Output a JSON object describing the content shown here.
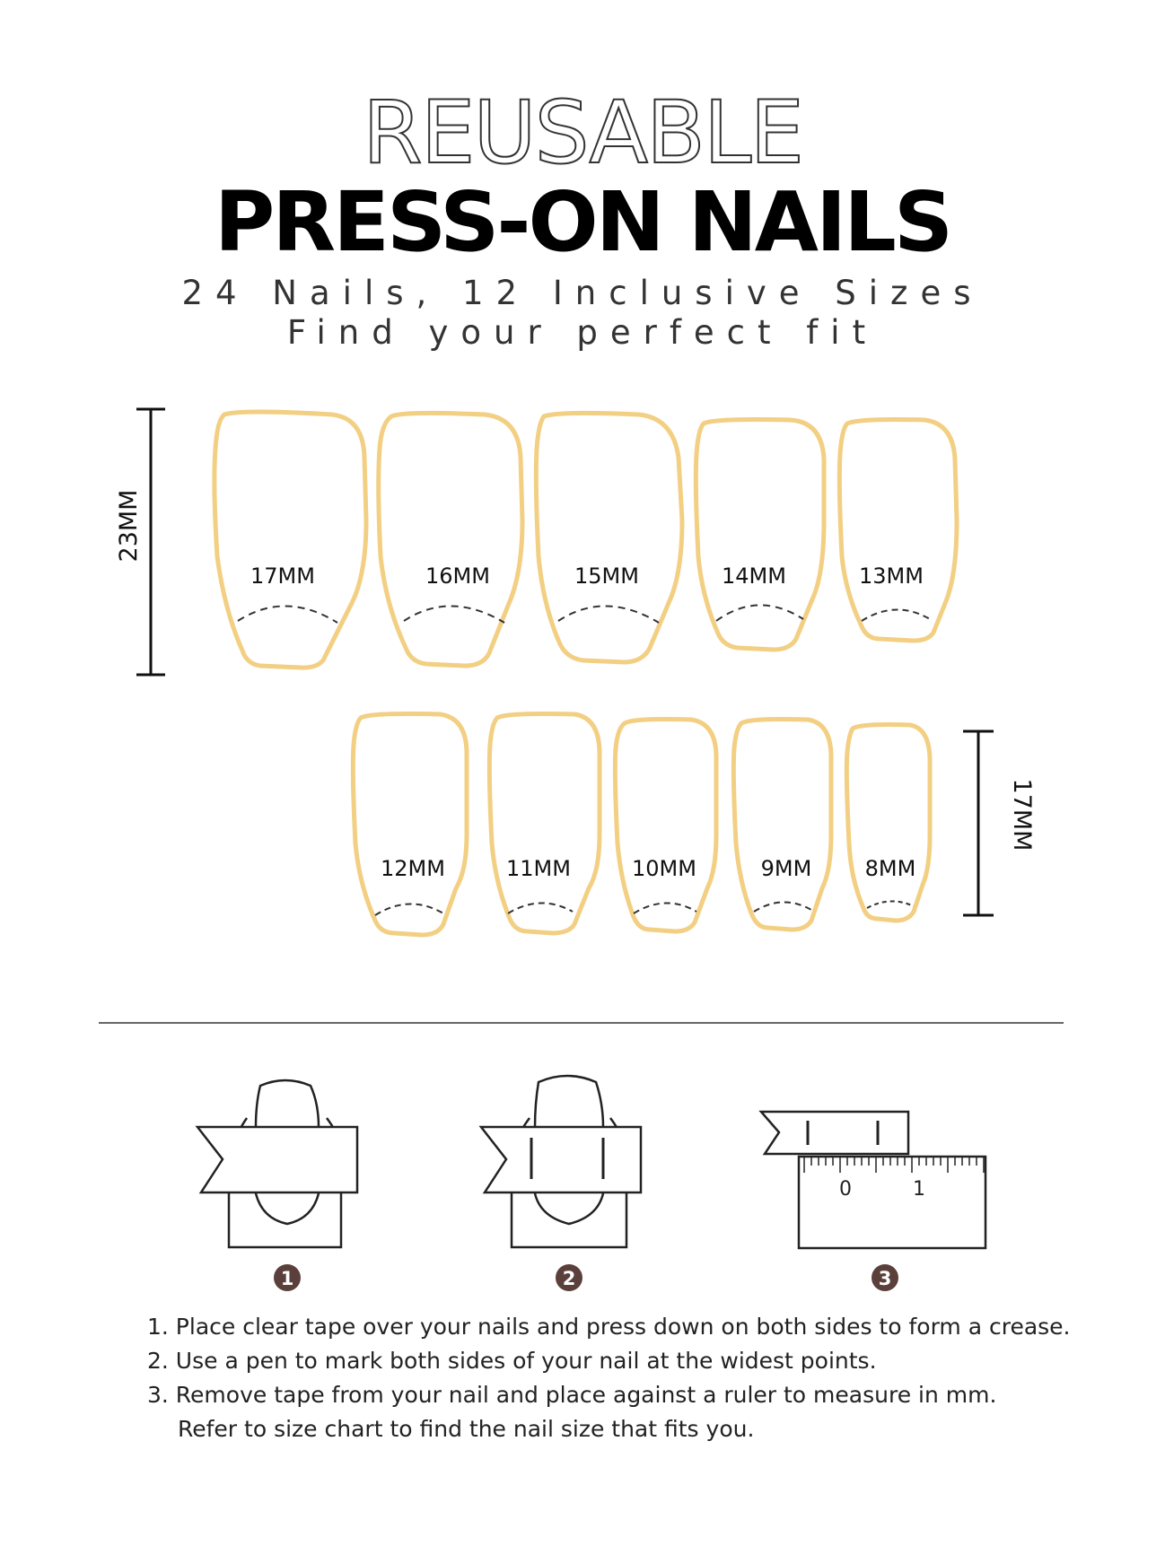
{
  "header": {
    "title_outline": "REUSABLE",
    "title_main": "PRESS-ON NAILS",
    "subtitle_1": "24 Nails, 12 Inclusive Sizes",
    "subtitle_2": "Find your perfect fit"
  },
  "size_chart": {
    "nail_color": "#F2CF82",
    "row_1_height_label": "23MM",
    "row_2_height_label": "17MM",
    "row_1_sizes": [
      "17MM",
      "16MM",
      "15MM",
      "14MM",
      "13MM"
    ],
    "row_2_sizes": [
      "12MM",
      "11MM",
      "10MM",
      "9MM",
      "8MM"
    ]
  },
  "steps": {
    "markers": [
      "1",
      "2",
      "3"
    ],
    "marker_color": "#5B3F3B",
    "ruler_labels": [
      "0",
      "1"
    ],
    "instructions": [
      "1. Place clear tape over your nails and press down on both sides to form a crease.",
      "2. Use a pen to mark both sides of your nail at the widest points.",
      "3. Remove tape from your nail and place against a ruler to measure in mm.",
      "Refer to size chart to find the nail size that fits you."
    ]
  }
}
